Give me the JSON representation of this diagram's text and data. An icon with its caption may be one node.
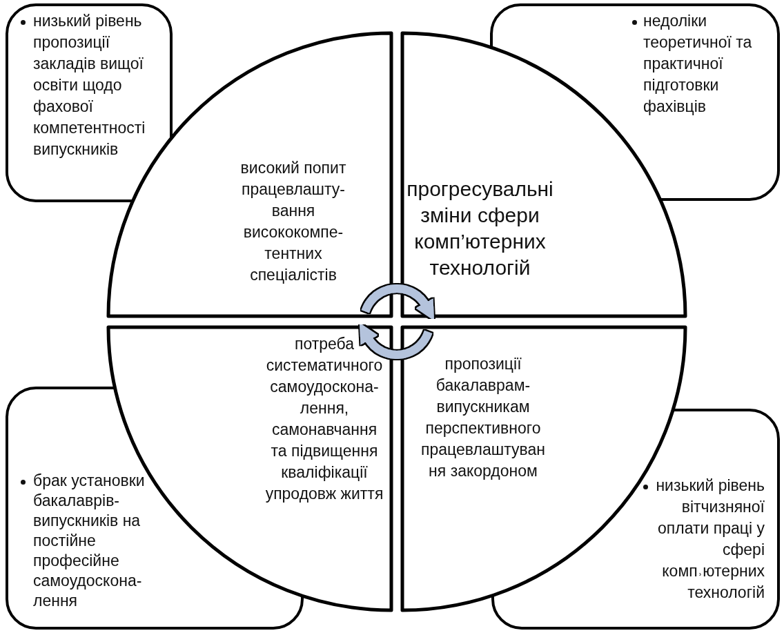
{
  "diagram": {
    "nodes": [
      {
        "text": [
          "низький рівень пропозиції закладів вищої освіти щодо фахової компетентності випускників"
        ]
      },
      {
        "text": [
          "недоліки теоретичної та практичної підготовки фахівців"
        ]
      },
      {
        "text": [
          "високий попит працевлашту-вання висококомпе-тентних спеціалістів"
        ]
      },
      {
        "text": [
          "прогресувальні зміни сфери комп’ютерних технологій"
        ]
      },
      {
        "text": [
          "потреба систематичного самоудоскона-лення, самонавчання та підвищення кваліфікації упродовж життя"
        ]
      },
      {
        "text": [
          "пропозиції бакалаврам-випускникам перспективного працевлаштуван ня закордоном"
        ]
      },
      {
        "text": [
          "брак установки бакалаврів-випускників на постійне професійне самоудоскона-лення"
        ]
      },
      {
        "text": [
          "низький рівень вітчизняної оплати праці у сфері комп˒ютерних технологій"
        ]
      }
    ],
    "edges": [
      {
        "from": 2,
        "to": 3,
        "arrow": "to"
      },
      {
        "from": 5,
        "to": 4,
        "arrow": "to"
      }
    ]
  }
}
